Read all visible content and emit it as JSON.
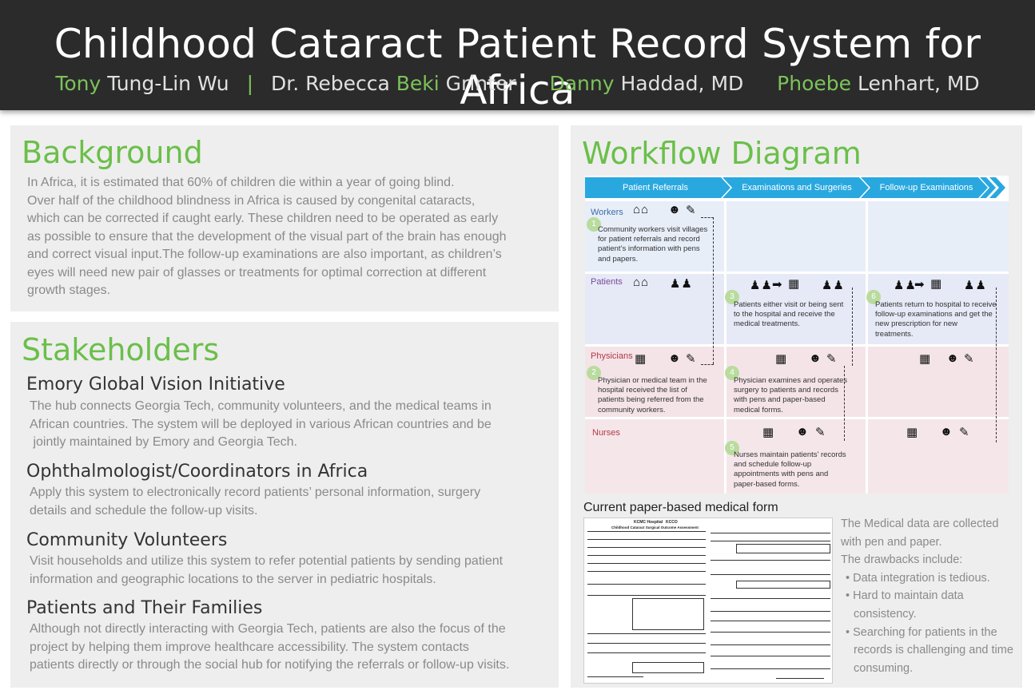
{
  "header": {
    "title": "Childhood Cataract Patient Record System for Africa",
    "authors": [
      {
        "first": "Tony",
        "last": "Tung-Lin Wu"
      },
      {
        "pre": "Dr. Rebecca ",
        "first": "Beki",
        "last": "Grinter"
      },
      {
        "first": "Danny",
        "last": "Haddad, MD"
      },
      {
        "first": "Phoebe",
        "last": "Lenhart, MD"
      }
    ],
    "separator": "|"
  },
  "background": {
    "heading": "Background",
    "lines": [
      "In Africa, it is estimated that 60% of children die within a year of going blind.",
      "Over half of the childhood blindness in Africa is caused by congenital cataracts,",
      "which can be corrected if caught early. These children need to be operated as early",
      "as possible to ensure that the development of the visual part of the brain has enough",
      "and correct visual input.The follow-up examinations are also important, as children’s",
      "eyes will need new pair of glasses or treatments for optimal correction at different",
      "growth stages."
    ]
  },
  "stakeholders": {
    "heading": "Stakeholders",
    "items": [
      {
        "title": "Emory Global Vision Initiative",
        "lines": [
          "The hub connects Georgia Tech, community volunteers, and the medical teams in",
          "African countries. The system will be deployed in various African countries and be",
          " jointly maintained by Emory and Georgia Tech."
        ]
      },
      {
        "title": "Ophthalmologist/Coordinators in Africa",
        "lines": [
          "Apply this system to electronically record patients’ personal information, surgery",
          "details and schedule the follow-up visits."
        ]
      },
      {
        "title": "Community Volunteers",
        "lines": [
          "Visit households and utilize this system to refer potential patients by sending patient",
          "information and geographic locations to the server in pediatric hospitals."
        ]
      },
      {
        "title": "Patients and Their Families",
        "lines": [
          "Although not directly interacting with Georgia Tech, patients are also the focus of the",
          "project by helping them improve healthcare accessibility. The system contacts",
          "patients directly or through the social hub for notifying the referrals or follow-up visits."
        ]
      }
    ]
  },
  "workflow": {
    "heading": "Workflow Diagram",
    "phases": [
      "Patient Referrals",
      "Examinations and Surgeries",
      "Follow-up Examinations"
    ],
    "rows": [
      "Workers",
      "Patients",
      "Physicians",
      "Nurses"
    ],
    "steps": [
      {
        "num": "1",
        "text": "Community workers visit villages for patient referrals and record patient’s information with pens and papers."
      },
      {
        "num": "2",
        "text": "Physician or medical team in the hospital received the list of patients being referred from the community workers."
      },
      {
        "num": "3",
        "text": "Patients either visit or being sent to the hospital and receive the medical treatments."
      },
      {
        "num": "4",
        "text": "Physician examines and operates surgery to patients and records with pens and paper-based medical forms."
      },
      {
        "num": "5",
        "text": "Nurses maintain patients’ records and schedule follow-up appointments with pens and paper-based forms."
      },
      {
        "num": "6",
        "text": "Patients return to hospital to receive follow-up examinations and get the new prescription for new treatments."
      }
    ],
    "colors": {
      "phase": "#29a8e0",
      "workers_bg": "#e8eef8",
      "patients_bg": "#e6e9f6",
      "physicians_bg": "#f4e4e8",
      "nurses_bg": "#f5e6ea",
      "workers_label": "#3a6ea5",
      "patients_label": "#7a4a9a",
      "physicians_label": "#b23a48",
      "nurses_label": "#b23a48"
    }
  },
  "form": {
    "caption": "Current paper-based medical form",
    "hospital": "KCMC Hospital",
    "code": "KCCO",
    "form_title": "Childhood Cataract Surgical Outcome Assessment"
  },
  "drawbacks": {
    "intro": [
      "The Medical data are collected",
      "with pen and paper.",
      "The drawbacks include:"
    ],
    "bullets": [
      "Data integration is tedious.",
      "Hard to maintain data consistency.",
      "Searching for patients in the records is challenging and time consuming."
    ]
  }
}
